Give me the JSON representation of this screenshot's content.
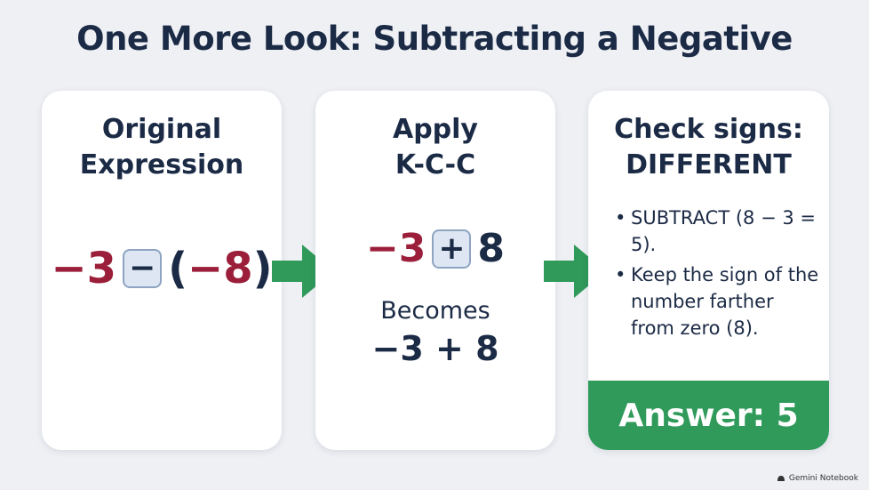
{
  "title": "One More Look: Subtracting a Negative",
  "cards": [
    {
      "heading_lines": [
        "Original",
        "Expression"
      ],
      "expression": {
        "left": "−3",
        "operator": "−",
        "right": "(−8)"
      }
    },
    {
      "heading_lines": [
        "Apply",
        "K-C-C"
      ],
      "expression": {
        "left": "−3",
        "operator": "+",
        "right": "8"
      },
      "becomes_label": "Becomes",
      "becomes_expression": "−3 + 8"
    },
    {
      "heading_lines": [
        "Check signs:",
        "DIFFERENT"
      ],
      "bullets": [
        "SUBTRACT (8 − 3 = 5).",
        "Keep the sign of the number farther from zero (8)."
      ],
      "answer": "Answer: 5"
    }
  ],
  "arrows": [
    "arrow-right-icon",
    "arrow-right-icon"
  ],
  "watermark": "Gemini Notebook",
  "colors": {
    "navy": "#1b2a45",
    "red": "#9b1f3a",
    "green": "#2f9a5a",
    "operator_box": "#dde6f2",
    "background": "#eef0f4"
  }
}
